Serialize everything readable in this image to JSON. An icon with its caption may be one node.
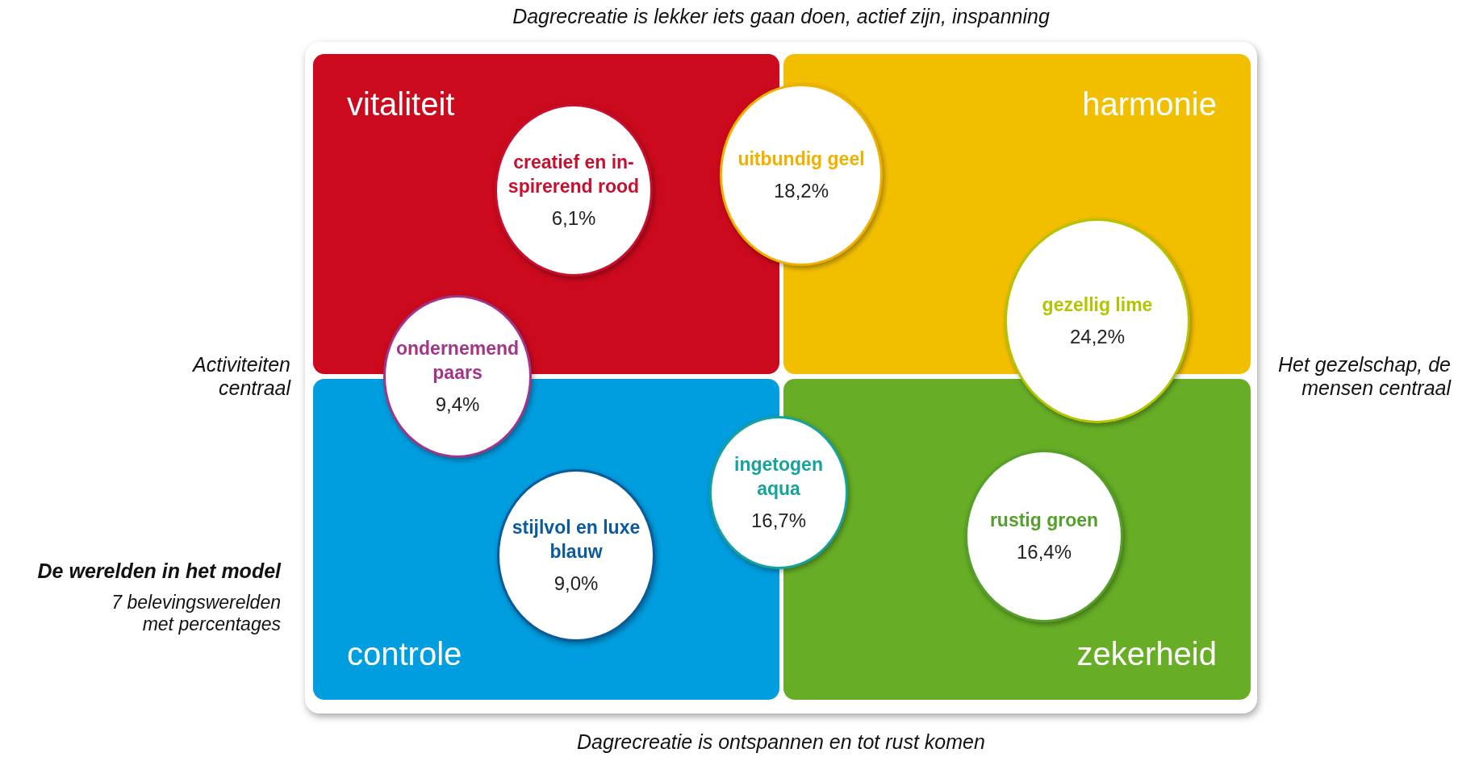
{
  "diagram": {
    "title": "De werelden in het model",
    "caption": "7 belevingswerelden met percentages",
    "nodes": [
      {
        "text": [
          "vitaliteit"
        ]
      },
      {
        "text": [
          "harmonie"
        ]
      },
      {
        "text": [
          "controle"
        ]
      },
      {
        "text": [
          "zekerheid"
        ]
      },
      {
        "text": [
          "creatief en in-spirerend rood",
          "6,1%"
        ],
        "in": 0
      },
      {
        "text": [
          "uitbundig geel",
          "18,2%"
        ]
      },
      {
        "text": [
          "gezellig lime",
          "24,2%"
        ]
      },
      {
        "text": [
          "ondernemend paars",
          "9,4%"
        ]
      },
      {
        "text": [
          "ingetogen aqua",
          "16,7%"
        ]
      },
      {
        "text": [
          "stijlvol en luxe blauw",
          "9,0%"
        ],
        "in": 2
      },
      {
        "text": [
          "rustig groen",
          "16,4%"
        ],
        "in": 3
      }
    ],
    "edges": [],
    "labels": [
      "Dagrecreatie is lekker iets gaan doen, actief zijn, inspanning",
      "Activiteiten centraal",
      "Het gezelschap, de mensen centraal",
      "Dagrecreatie is ontspannen en tot rust komen"
    ]
  }
}
